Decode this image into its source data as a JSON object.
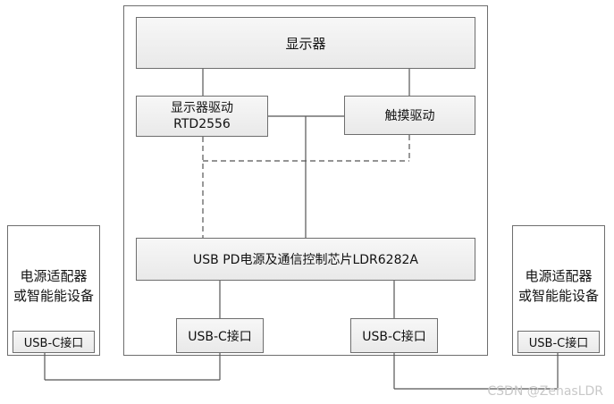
{
  "diagram": {
    "display": "显示器",
    "display_driver": {
      "line1": "显示器驱动",
      "line2": "RTD2556"
    },
    "touch_driver": "触摸驱动",
    "pd_chip": "USB PD电源及通信控制芯片LDR6282A",
    "usb_c_left_inner": "USB-C接口",
    "usb_c_right_inner": "USB-C接口",
    "left_device": {
      "line1": "电源适配器",
      "line2": "或智能能设备",
      "port": "USB-C接口"
    },
    "right_device": {
      "line1": "电源适配器",
      "line2": "或智能能设备",
      "port": "USB-C接口"
    }
  },
  "watermark": "CSDN @ZenasLDR"
}
